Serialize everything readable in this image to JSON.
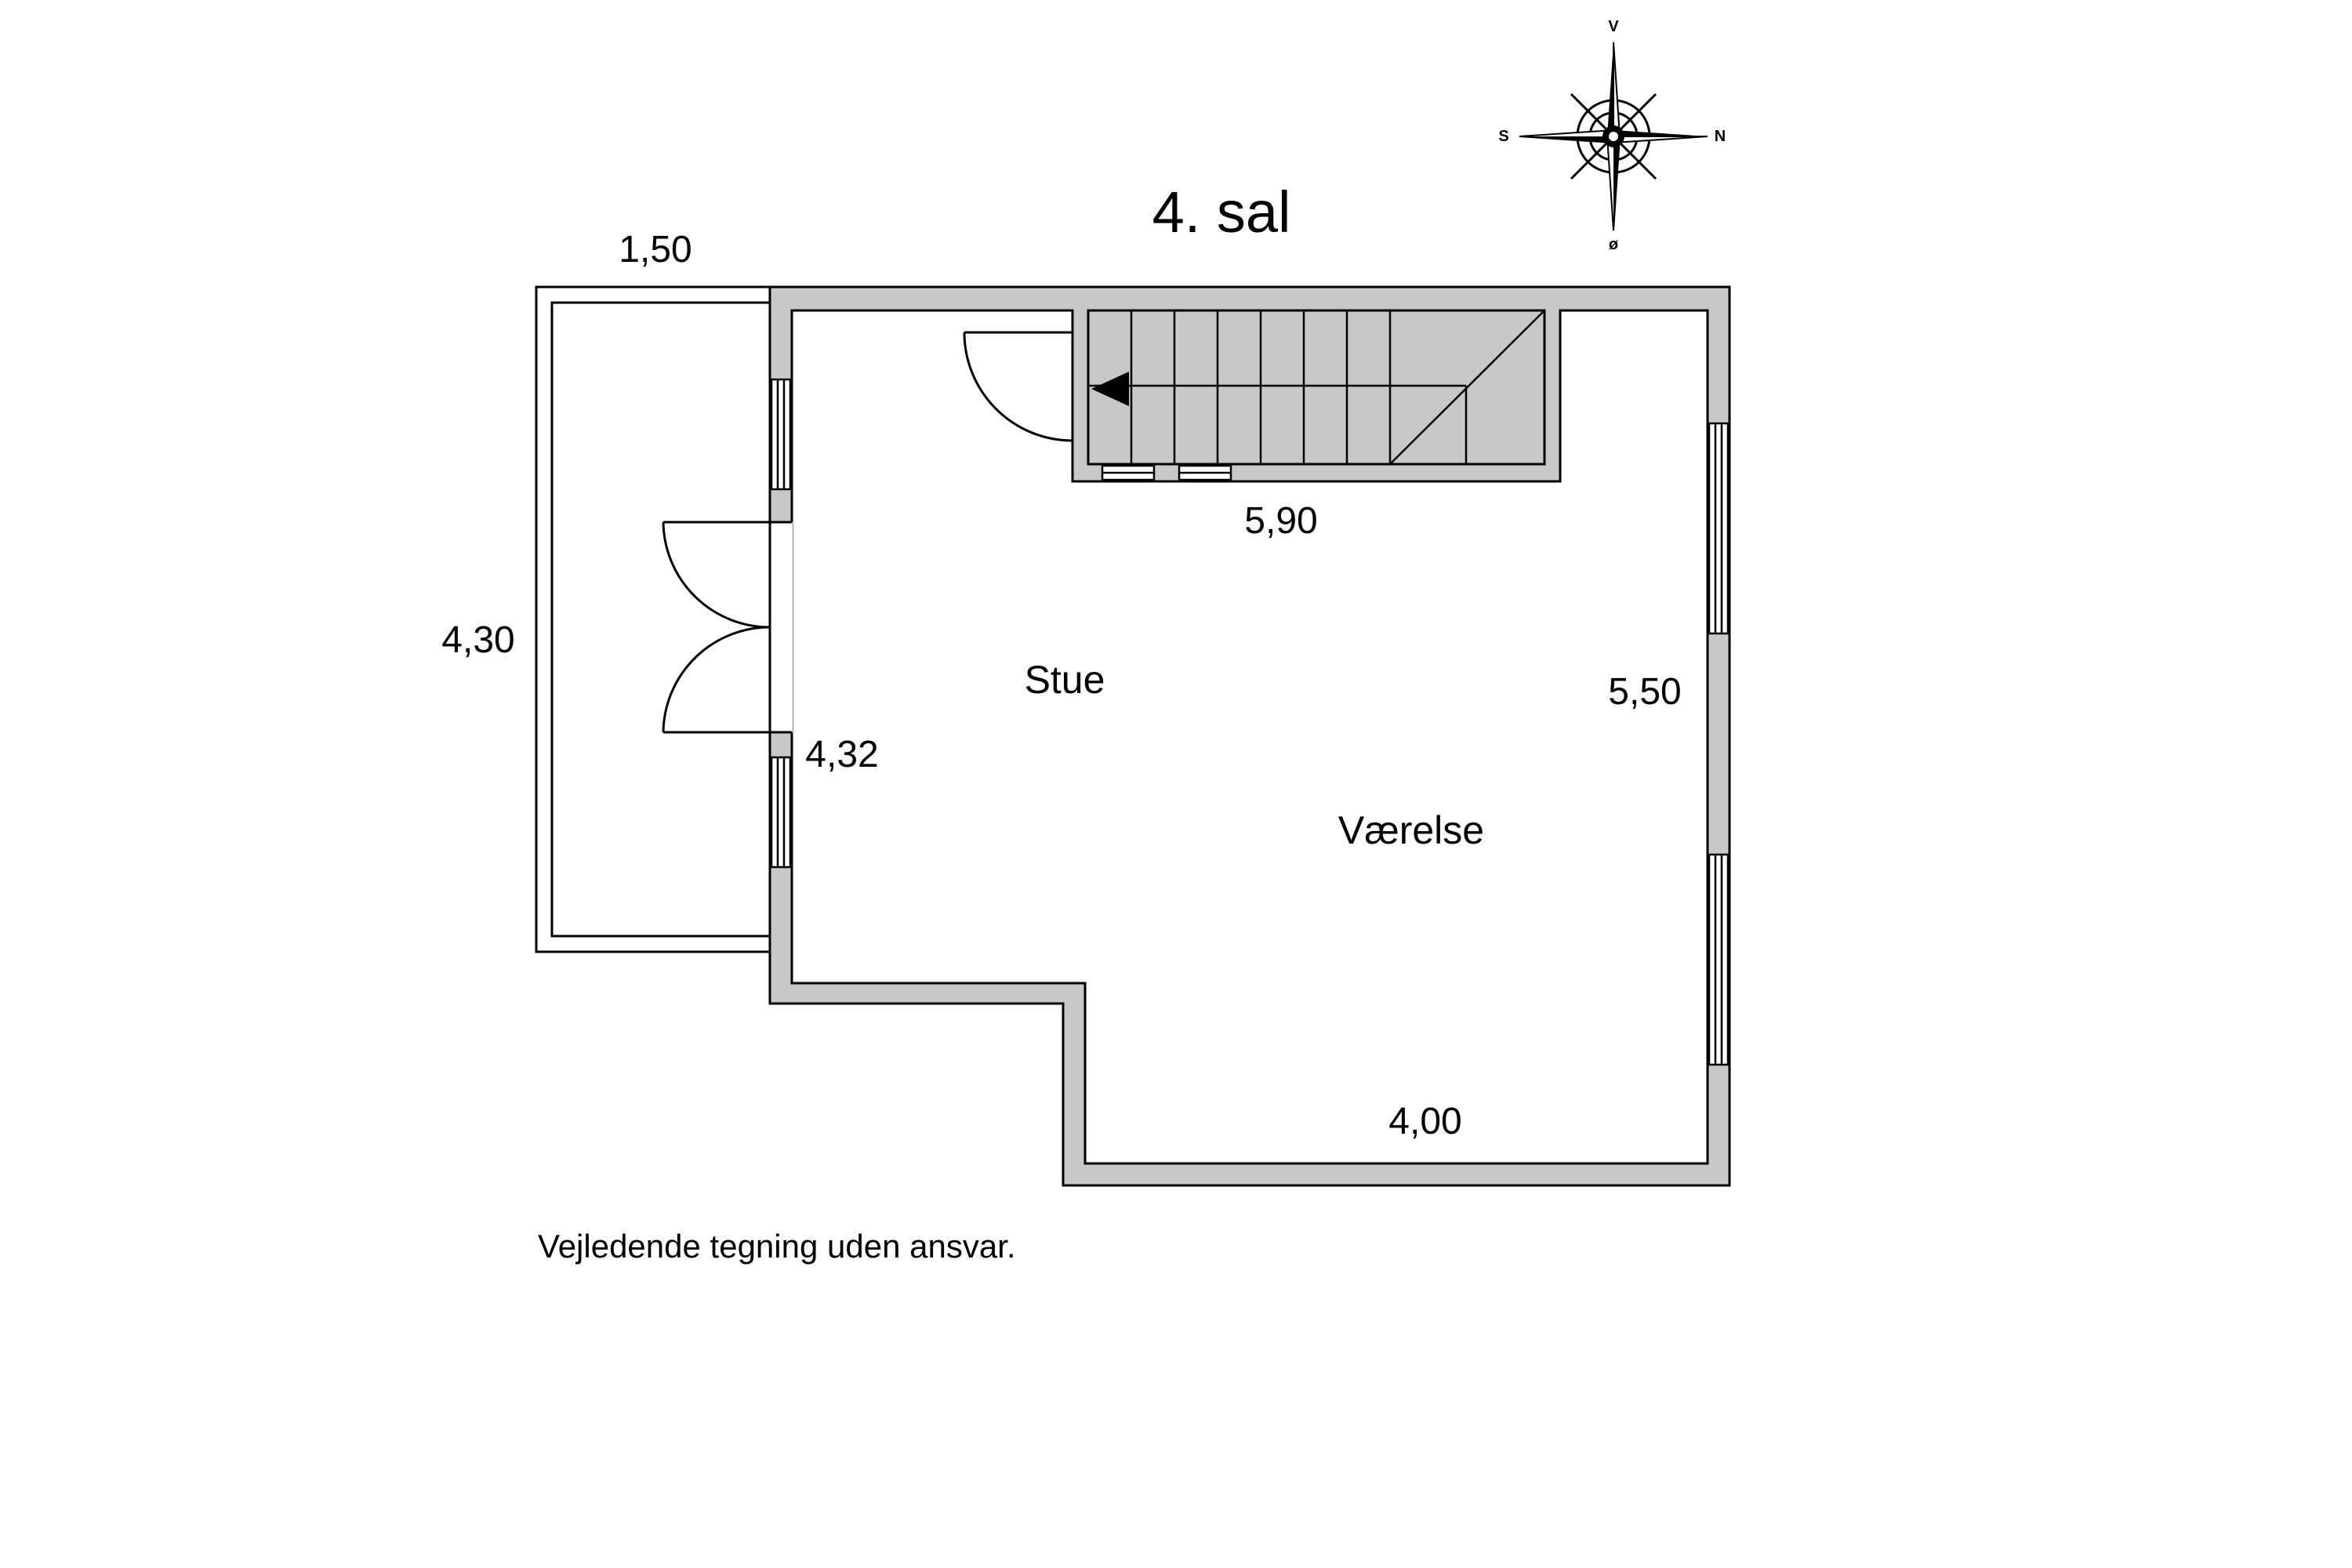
{
  "floor_title": "4. sal",
  "compass": {
    "top": "V",
    "left": "S",
    "right": "N",
    "bottom": "ø",
    "icon": "compass-rose-icon"
  },
  "rooms": {
    "living": "Stue",
    "bedroom": "Værelse"
  },
  "dimensions": {
    "balcony_width": "1,50",
    "balcony_length": "4,30",
    "top_wall": "5,90",
    "right_wall": "5,50",
    "inner_left_wall": "4,32",
    "bottom_wall": "4,00"
  },
  "disclaimer": "Vejledende tegning uden ansvar.",
  "colors": {
    "wall_fill": "#c8c8c8",
    "line": "#000000",
    "background": "#ffffff"
  }
}
